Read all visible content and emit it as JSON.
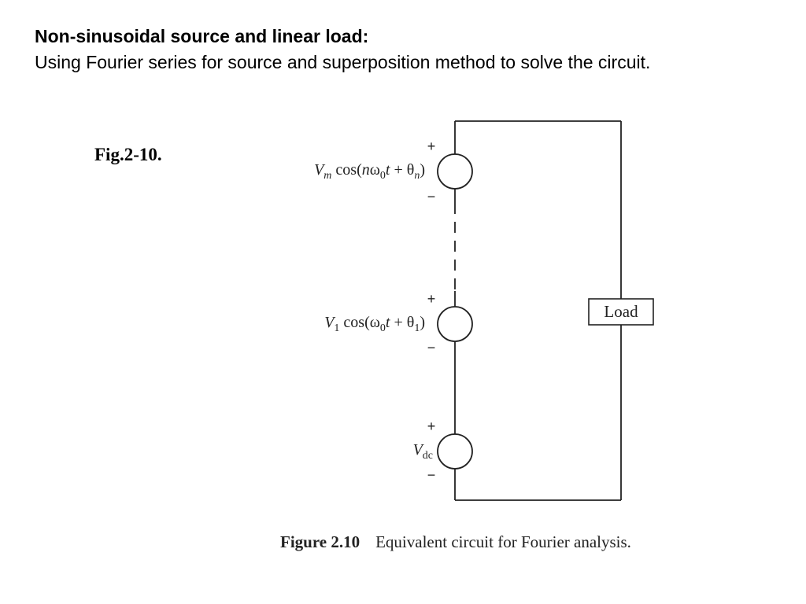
{
  "slide": {
    "heading": "Non-sinusoidal source and linear load:",
    "subheading": "Using Fourier series for source and superposition method to solve the circuit.",
    "figure_ref": "Fig.2-10."
  },
  "circuit": {
    "load_label": "Load",
    "plus_sign": "+",
    "minus_sign": "−",
    "source_m": {
      "amplitude": "V",
      "amplitude_sub": "m",
      "function": " cos(",
      "harmonic": "n",
      "omega": "ω",
      "omega_sub": "0",
      "time": "t",
      "plus": " + θ",
      "phase_sub": "n",
      "close": ")"
    },
    "source_1": {
      "amplitude": "V",
      "amplitude_sub": "1",
      "function": " cos(ω",
      "omega_sub": "0",
      "time": "t",
      "plus": " + θ",
      "phase_sub": "1",
      "close": ")"
    },
    "source_dc": {
      "amplitude": "V",
      "amplitude_sub": "dc"
    }
  },
  "caption": {
    "number": "Figure 2.10",
    "text": "Equivalent circuit for Fourier analysis."
  }
}
